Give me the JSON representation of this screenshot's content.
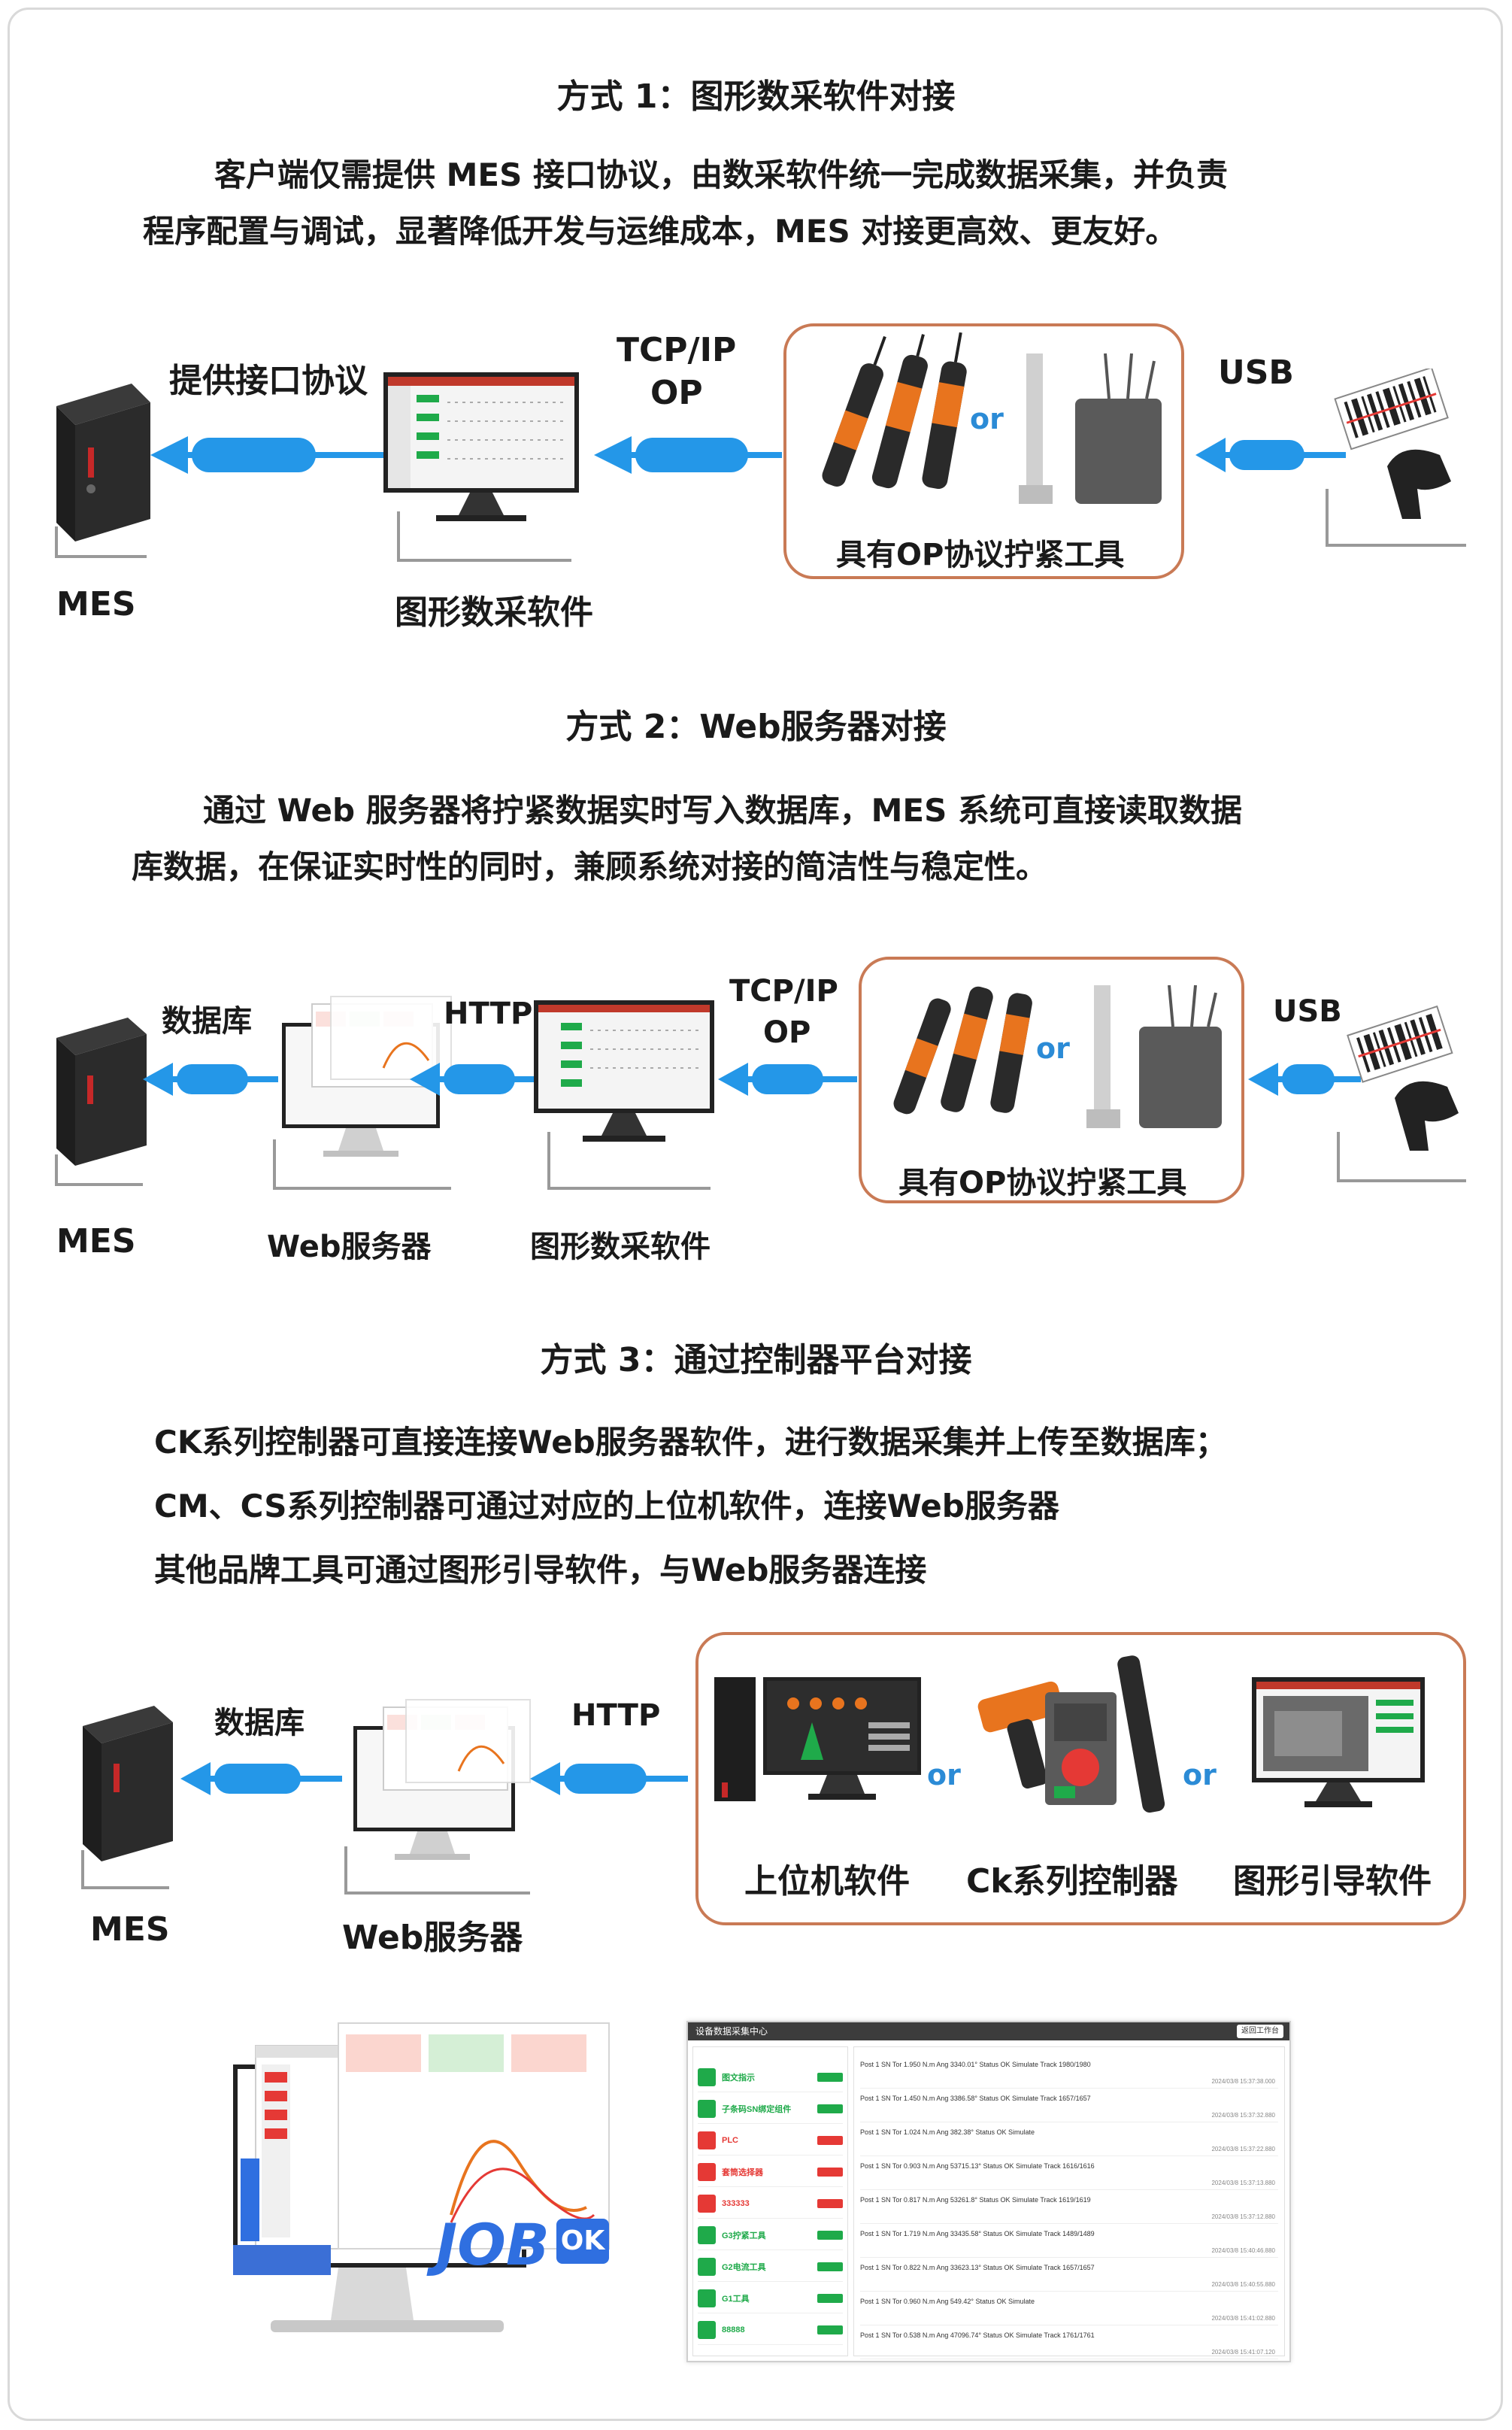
{
  "section1": {
    "title": "方式 1：图形数采软件对接",
    "para_line1": "客户端仅需提供 MES 接口协议，由数采软件统一完成数据采集，并负责",
    "para_line2": "程序配置与调试，显著降低开发与运维成本，MES 对接更高效、更友好。",
    "label_interface": "提供接口协议",
    "label_tcp": "TCP/IP",
    "label_op": "OP",
    "label_usb": "USB",
    "label_or": "or",
    "label_tool": "具有OP协议拧紧工具",
    "label_mes": "MES",
    "label_software": "图形数采软件"
  },
  "section2": {
    "title": "方式 2：Web服务器对接",
    "para_line1": "通过 Web 服务器将拧紧数据实时写入数据库，MES 系统可直接读取数据",
    "para_line2": "库数据，在保证实时性的同时，兼顾系统对接的简洁性与稳定性。",
    "label_db": "数据库",
    "label_http": "HTTP",
    "label_tcp": "TCP/IP",
    "label_op": "OP",
    "label_usb": "USB",
    "label_or": "or",
    "label_tool": "具有OP协议拧紧工具",
    "label_mes": "MES",
    "label_web": "Web服务器",
    "label_software": "图形数采软件"
  },
  "section3": {
    "title": "方式 3：通过控制器平台对接",
    "line1": "CK系列控制器可直接连接Web服务器软件，进行数据采集并上传至数据库；",
    "line2": "CM、CS系列控制器可通过对应的上位机软件，连接Web服务器",
    "line3": "其他品牌工具可通过图形引导软件，与Web服务器连接",
    "label_db": "数据库",
    "label_http": "HTTP",
    "label_or1": "or",
    "label_or2": "or",
    "label_host": "上位机软件",
    "label_ck": "Ck系列控制器",
    "label_guide": "图形引导软件",
    "label_mes": "MES",
    "label_web": "Web服务器"
  },
  "bottom": {
    "job_text": "JOB",
    "ok_badge": "OK",
    "panel_title": "设备数据采集中心",
    "panel_button": "返回工作台",
    "left_items": [
      "图文指示",
      "子条码SN绑定组件",
      "PLC",
      "套筒选择器",
      "333333",
      "G3拧紧工具",
      "G2电流工具",
      "G1工具",
      "88888"
    ],
    "rows": [
      {
        "header": "Post 1  SN  Tor 1.950 N.m  Ang 3340.01°  Status OK  Simulate  Track 1980/1980",
        "time": "2024/03/8 15:37:38.000"
      },
      {
        "header": "Post 1  SN  Tor 1.450 N.m  Ang 3386.58°  Status OK  Simulate  Track 1657/1657",
        "time": "2024/03/8 15:37:32.880"
      },
      {
        "header": "Post 1  SN  Tor 1.024 N.m  Ang 382.38°  Status OK  Simulate",
        "time": "2024/03/8 15:37:22.880"
      },
      {
        "header": "Post 1  SN  Tor 0.903 N.m  Ang 53715.13°  Status OK  Simulate  Track 1616/1616",
        "time": "2024/03/8 15:37:13.880"
      },
      {
        "header": "Post 1  SN  Tor 0.817 N.m  Ang 53261.8°  Status OK  Simulate  Track 1619/1619",
        "time": "2024/03/8 15:37:12.880"
      },
      {
        "header": "Post 1  SN  Tor 1.719 N.m  Ang 33435.58°  Status OK  Simulate  Track 1489/1489",
        "time": "2024/03/8 15:40:46.880"
      },
      {
        "header": "Post 1  SN  Tor 0.822 N.m  Ang 33623.13°  Status OK  Simulate  Track 1657/1657",
        "time": "2024/03/8 15:40:55.880"
      },
      {
        "header": "Post 1  SN  Tor 0.960 N.m  Ang 549.42°  Status OK  Simulate",
        "time": "2024/03/8 15:41:02.880"
      },
      {
        "header": "Post 1  SN  Tor 0.538 N.m  Ang 47096.74°  Status OK  Simulate  Track 1761/1761",
        "time": "2024/03/8 15:41:07.120"
      }
    ]
  },
  "colors": {
    "accent": "#2497e8",
    "box": "#c97a55",
    "green": "#1faa4a"
  }
}
